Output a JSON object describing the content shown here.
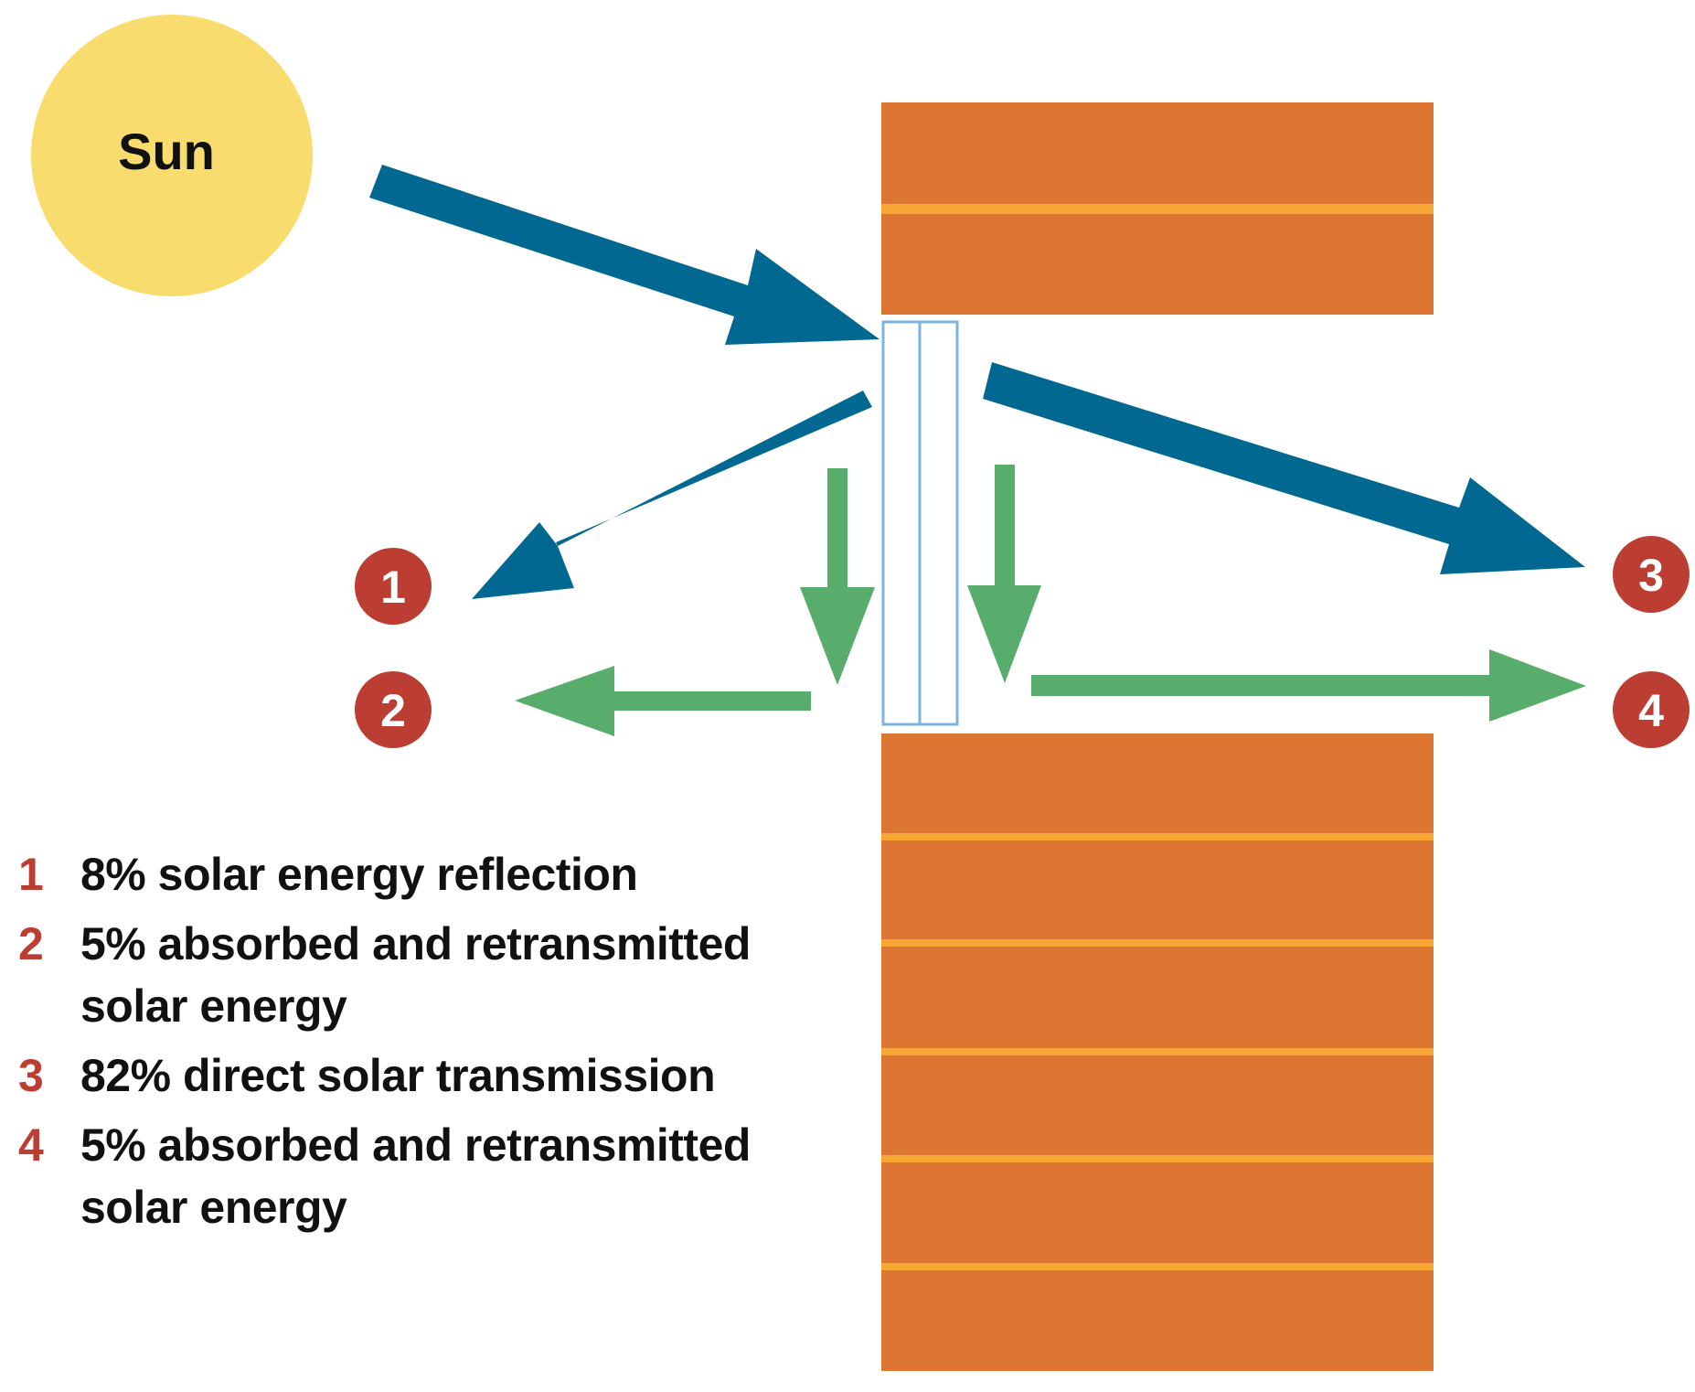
{
  "colors": {
    "sun": "#f8dc6e",
    "brick": "#dc7632",
    "mortar": "#f7a734",
    "glass": "#7ab4df",
    "direct_arrow": "#006891",
    "retransmit_arrow": "#58ac6c",
    "badge": "#bc3d32",
    "legend_number": "#bc3d32"
  },
  "sun": {
    "label": "Sun"
  },
  "badges": [
    {
      "id": "1",
      "label": "1"
    },
    {
      "id": "2",
      "label": "2"
    },
    {
      "id": "3",
      "label": "3"
    },
    {
      "id": "4",
      "label": "4"
    }
  ],
  "legend": [
    {
      "number": "1",
      "lines": [
        "8% solar energy reflection"
      ]
    },
    {
      "number": "2",
      "lines": [
        "5% absorbed and retransmitted",
        "solar energy"
      ]
    },
    {
      "number": "3",
      "lines": [
        "82% direct solar transmission"
      ]
    },
    {
      "number": "4",
      "lines": [
        "5% absorbed and retransmitted",
        "solar energy"
      ]
    }
  ]
}
